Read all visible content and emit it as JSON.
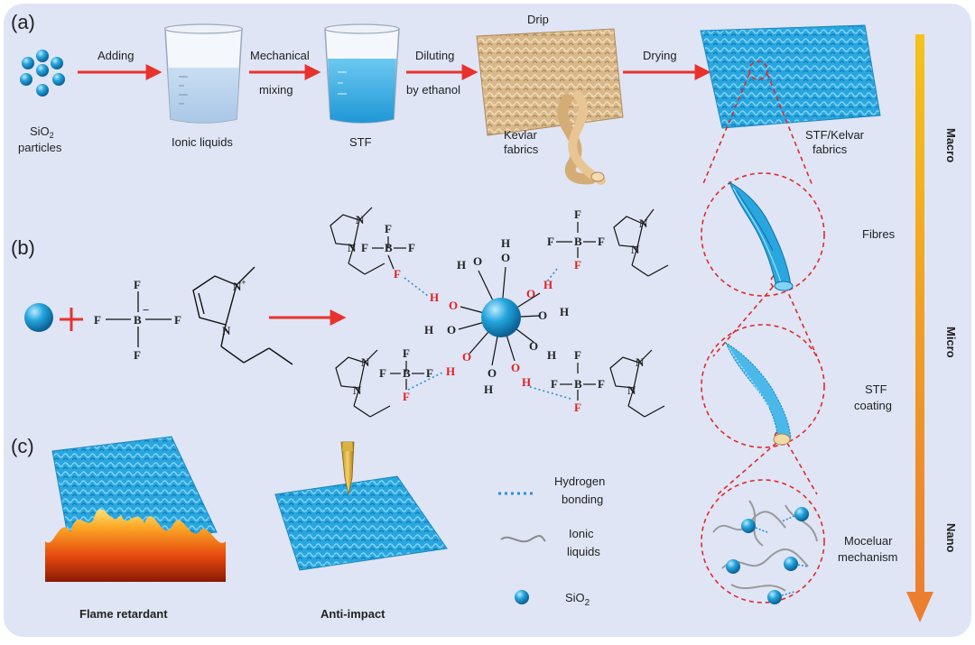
{
  "panels": {
    "a": "(a)",
    "b": "(b)",
    "c": "(c)"
  },
  "step_labels": {
    "adding": "Adding",
    "mechanical": "Mechanical",
    "mixing": "mixing",
    "diluting": "Diluting",
    "by_ethanol": "by ethanol",
    "drip": "Drip",
    "drying": "Drying"
  },
  "item_labels": {
    "sio2_line1": "SiO",
    "sio2_sub": "2",
    "sio2_line2": "particles",
    "ionic_liquids": "Ionic liquids",
    "stf": "STF",
    "kevlar_1": "Kevlar",
    "kevlar_2": "fabrics",
    "stf_kevlar_1": "STF/Kelvar",
    "stf_kevlar_2": "fabrics"
  },
  "scale_labels": {
    "fibres": "Fibres",
    "stf_coating_1": "STF",
    "stf_coating_2": "coating",
    "molecular_1": "Moceluar",
    "molecular_2": "mechanism"
  },
  "scale_axis": {
    "macro": "Macro",
    "micro": "Micro",
    "nano": "Nano"
  },
  "applications": {
    "flame": "Flame retardant",
    "impact": "Anti-impact"
  },
  "legend": {
    "hbond_1": "Hydrogen",
    "hbond_2": "bonding",
    "ionic_1": "Ionic",
    "ionic_2": "liquids",
    "sio2": "SiO",
    "sio2_sub": "2"
  },
  "chem": {
    "F": "F",
    "B": "B",
    "N": "N",
    "H": "H",
    "O": "O",
    "plus": "+",
    "minus": "−"
  },
  "colors": {
    "background": "#dfe5f5",
    "arrow": "#e8322c",
    "fabric": "#2aa6df",
    "sphere": "#1d9fd8",
    "kevlar": "#d8b88a",
    "hbond": "#2b8fd0"
  }
}
